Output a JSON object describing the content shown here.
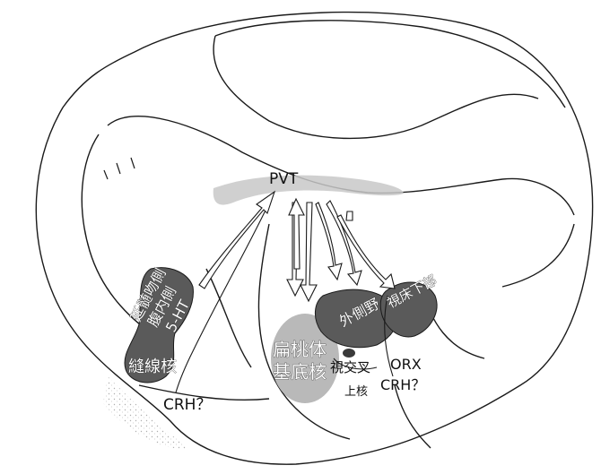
{
  "labels": {
    "pvt": "PVT",
    "raphe_line1": "延髄吻側",
    "raphe_line2": "腹内側",
    "raphe_line3": "5-HT",
    "raphe_nucleus": "縫線核",
    "crh_left": "CRH？",
    "amygdala_line1": "扁桃体",
    "amygdala_line2": "基底核",
    "scn_line1": "視交叉",
    "scn_line2": "上核",
    "lateral_hypothalamus": "外側野",
    "hypothalamus": "視床下部",
    "orx": "ORX",
    "crh_right": "CRH？"
  },
  "colors": {
    "outline": "#1a1a1a",
    "region_fill": "#5a5a5a",
    "amygdala_fill": "#b9b9b9",
    "thalamus_band": "#c8c8c8",
    "arrow_fill": "#ffffff"
  }
}
